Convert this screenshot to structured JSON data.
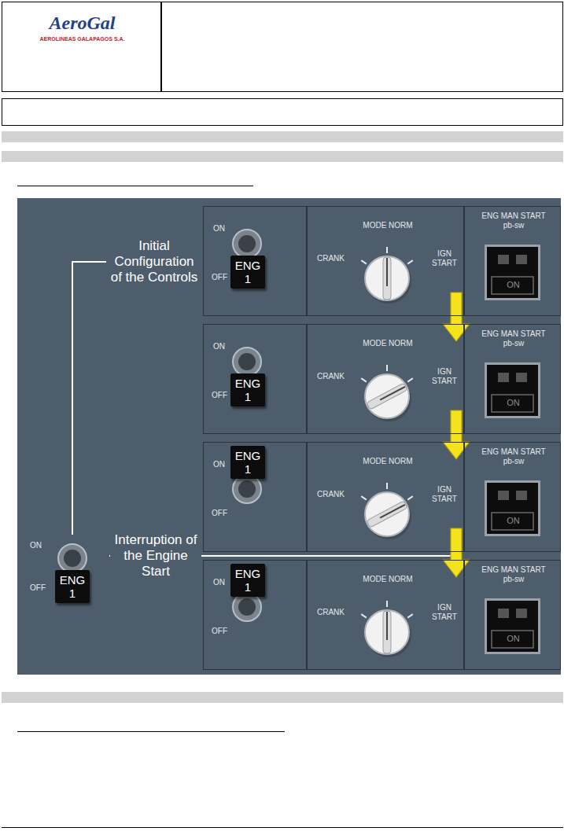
{
  "diagram": {
    "nodes": [
      {
        "text": [
          "AeroGal",
          "AEROLINEAS GALAPAGOS S.A."
        ]
      },
      {
        "text": [
          "ON",
          "OFF",
          "ENG 1"
        ]
      },
      {
        "text": [
          "MODE NORM",
          "CRANK",
          "IGN START"
        ]
      },
      {
        "text": [
          "ENG MAN START pb-sw",
          "ON"
        ]
      },
      {
        "text": [
          "ON",
          "OFF",
          "ENG 1"
        ]
      },
      {
        "text": [
          "MODE NORM",
          "CRANK",
          "IGN START"
        ]
      },
      {
        "text": [
          "ENG MAN START pb-sw",
          "ON"
        ]
      },
      {
        "text": [
          "ON",
          "OFF",
          "ENG 1"
        ]
      },
      {
        "text": [
          "MODE NORM",
          "CRANK",
          "IGN START"
        ]
      },
      {
        "text": [
          "ENG MAN START pb-sw",
          "ON"
        ]
      },
      {
        "text": [
          "ON",
          "OFF",
          "ENG 1"
        ]
      },
      {
        "text": [
          "MODE NORM",
          "CRANK",
          "IGN START"
        ]
      },
      {
        "text": [
          "ENG MAN START pb-sw",
          "ON"
        ]
      },
      {
        "text": [
          "ON",
          "OFF",
          "ENG 1"
        ]
      }
    ],
    "edges": [
      {
        "from": 13,
        "to": 1,
        "arrow": "to",
        "label": "Initial Configuration of the Controls"
      },
      {
        "from": 9,
        "to": 13,
        "arrow": "to",
        "label": "Interruption of the Engine Start"
      },
      {
        "from": 3,
        "to": 6,
        "arrow": "to"
      },
      {
        "from": 6,
        "to": 9,
        "arrow": "to"
      },
      {
        "from": 9,
        "to": 12,
        "arrow": "to"
      }
    ]
  }
}
